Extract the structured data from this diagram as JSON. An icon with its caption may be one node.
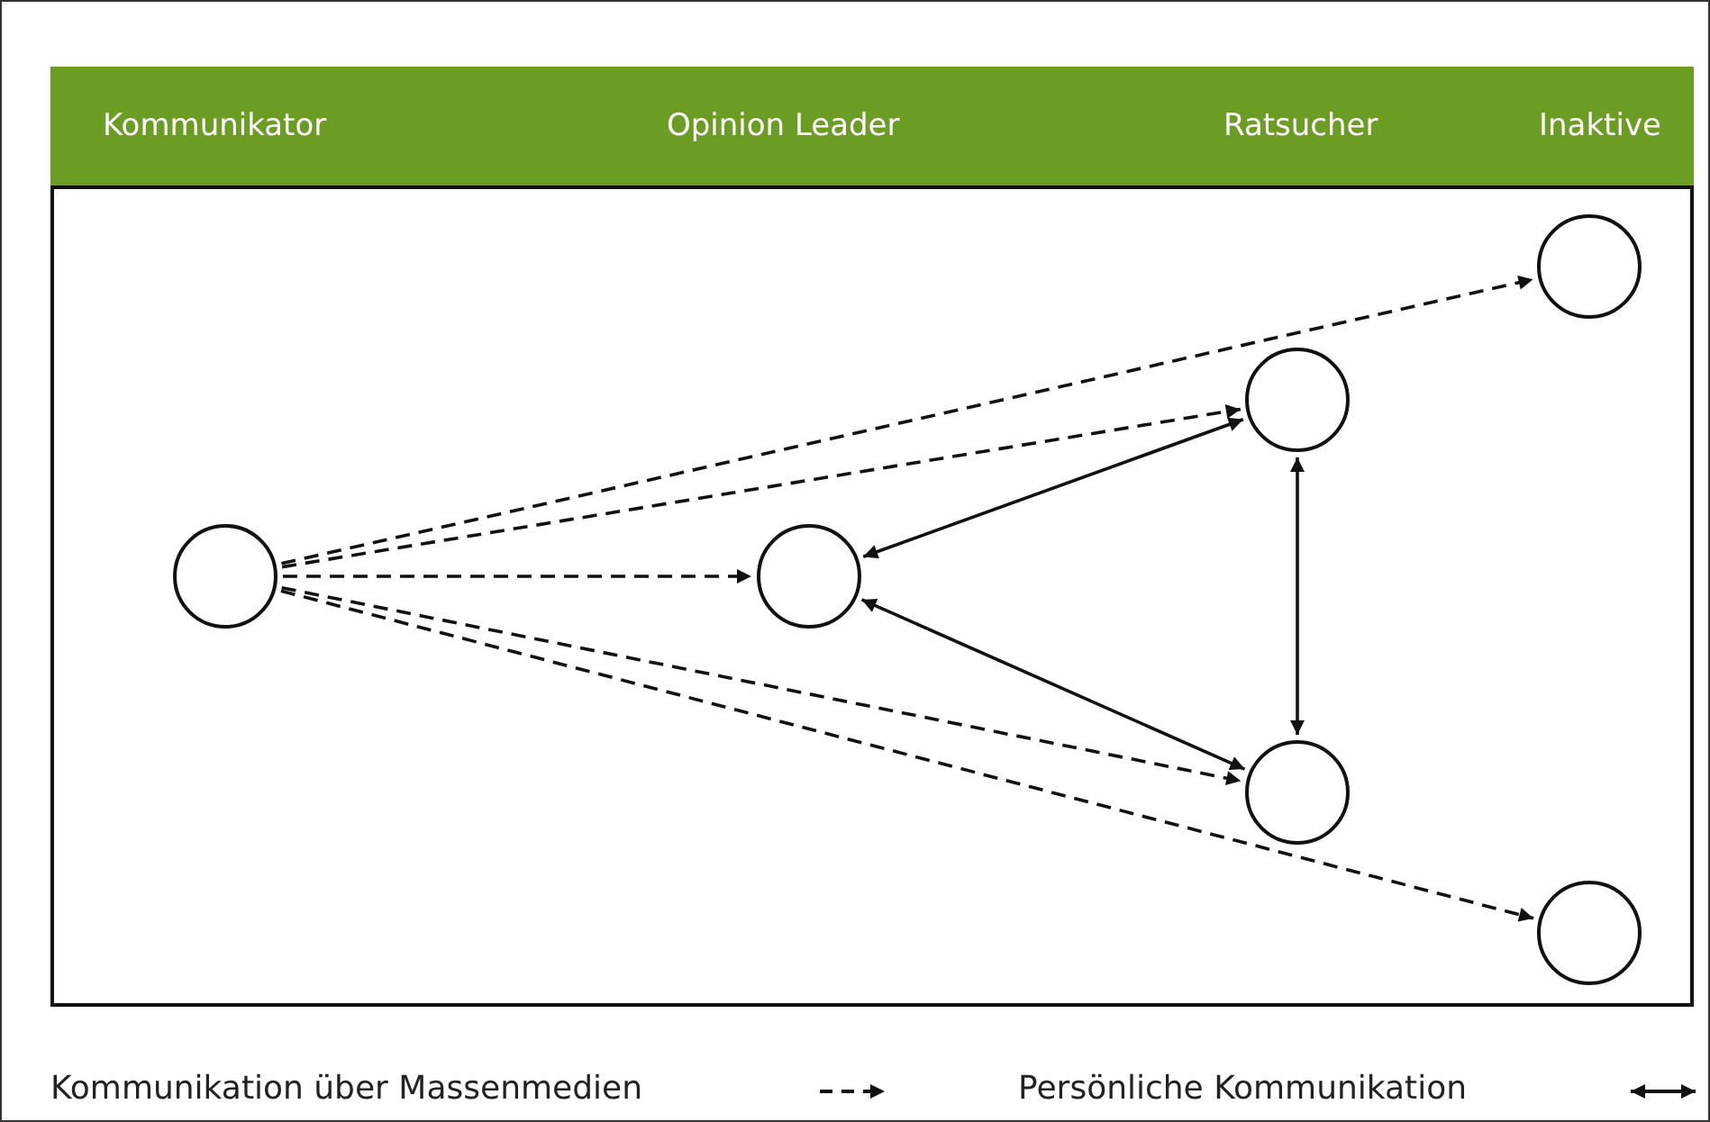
{
  "diagram": {
    "nodes": [
      {
        "text": [],
        "shape": "circle"
      },
      {
        "text": [],
        "shape": "circle"
      },
      {
        "text": [],
        "shape": "circle"
      },
      {
        "text": [],
        "shape": "circle"
      },
      {
        "text": [],
        "shape": "circle"
      },
      {
        "text": [],
        "shape": "circle"
      }
    ],
    "edges": [
      {
        "from": 0,
        "to": 4,
        "arrow": "to",
        "style": "dashed"
      },
      {
        "from": 0,
        "to": 2,
        "arrow": "to",
        "style": "dashed"
      },
      {
        "from": 0,
        "to": 1,
        "arrow": "to",
        "style": "dashed"
      },
      {
        "from": 0,
        "to": 3,
        "arrow": "to",
        "style": "dashed"
      },
      {
        "from": 0,
        "to": 5,
        "arrow": "to",
        "style": "dashed"
      },
      {
        "from": 1,
        "to": 2,
        "arrow": "both"
      },
      {
        "from": 1,
        "to": 3,
        "arrow": "both"
      },
      {
        "from": 2,
        "to": 3,
        "arrow": "both"
      }
    ],
    "labels": [
      "Kommunikator",
      "Opinion Leader",
      "Ratsucher",
      "Inaktive"
    ],
    "legend": [
      {
        "text": "Kommunikation über Massenmedien"
      },
      {
        "text": "Persönliche Kommunikation"
      }
    ]
  }
}
